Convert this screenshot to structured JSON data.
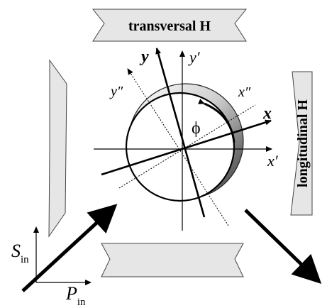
{
  "pole_labels": {
    "top": "transversal H",
    "right": "longitudinal H"
  },
  "axis_labels": {
    "y": "y",
    "y_prime": "y′",
    "y_double_prime": "y″",
    "x": "x",
    "x_prime": "x′",
    "x_double_prime": "x″"
  },
  "angle_label": "ϕ",
  "polarization": {
    "s_symbol": "S",
    "p_symbol": "P",
    "subscript": "in"
  }
}
